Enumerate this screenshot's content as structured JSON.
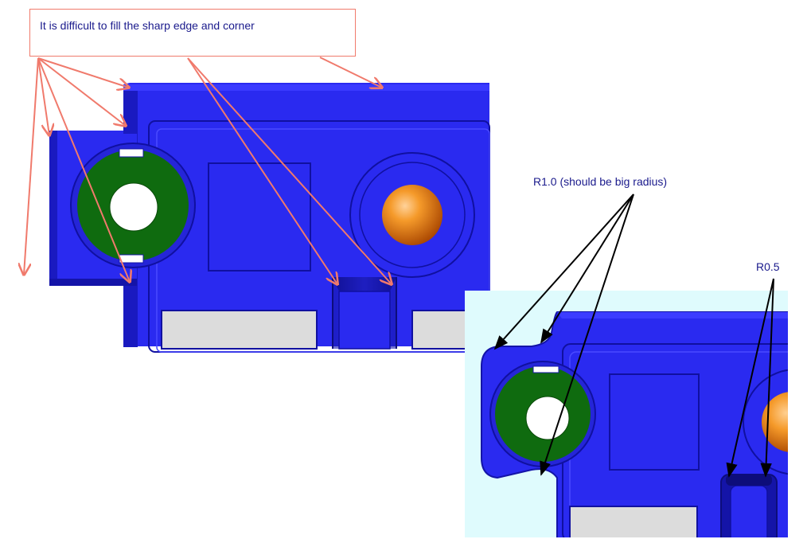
{
  "callout": {
    "text": "It is difficult to fill the sharp edge and corner"
  },
  "labels": {
    "r10": "R1.0 (should be big radius)",
    "r05": "R0.5"
  },
  "colors": {
    "part_blue": "#2a2af0",
    "part_dark_blue": "#1414a8",
    "insert_green": "#0f6b0f",
    "ball_orange": "#f08010",
    "pocket_grey": "#dcdcdc",
    "panel_cyan": "#dffbfd",
    "callout_red": "#f07a6c",
    "text_navy": "#1a1a8c",
    "arrow_black": "#000000"
  }
}
